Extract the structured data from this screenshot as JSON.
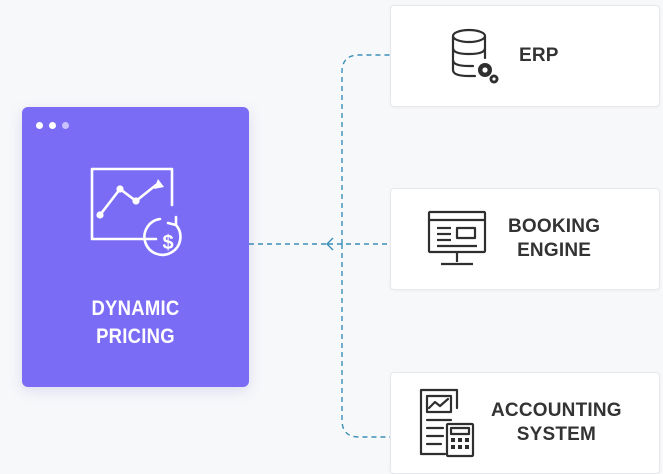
{
  "main": {
    "title_line1": "DYNAMIC",
    "title_line2": "PRICING",
    "icon": "price-chart-icon"
  },
  "systems": [
    {
      "id": "erp",
      "label_line1": "ERP",
      "label_line2": "",
      "icon": "database-settings-icon"
    },
    {
      "id": "booking",
      "label_line1": "BOOKING",
      "label_line2": "ENGINE",
      "icon": "monitor-icon"
    },
    {
      "id": "accounting",
      "label_line1": "ACCOUNTING",
      "label_line2": "SYSTEM",
      "icon": "ledger-calculator-icon"
    }
  ],
  "colors": {
    "card_purple": "#7b6cf6",
    "connector_blue": "#3b8fb8",
    "icon_dark": "#2f2f2f",
    "background": "#f7f8fa"
  }
}
